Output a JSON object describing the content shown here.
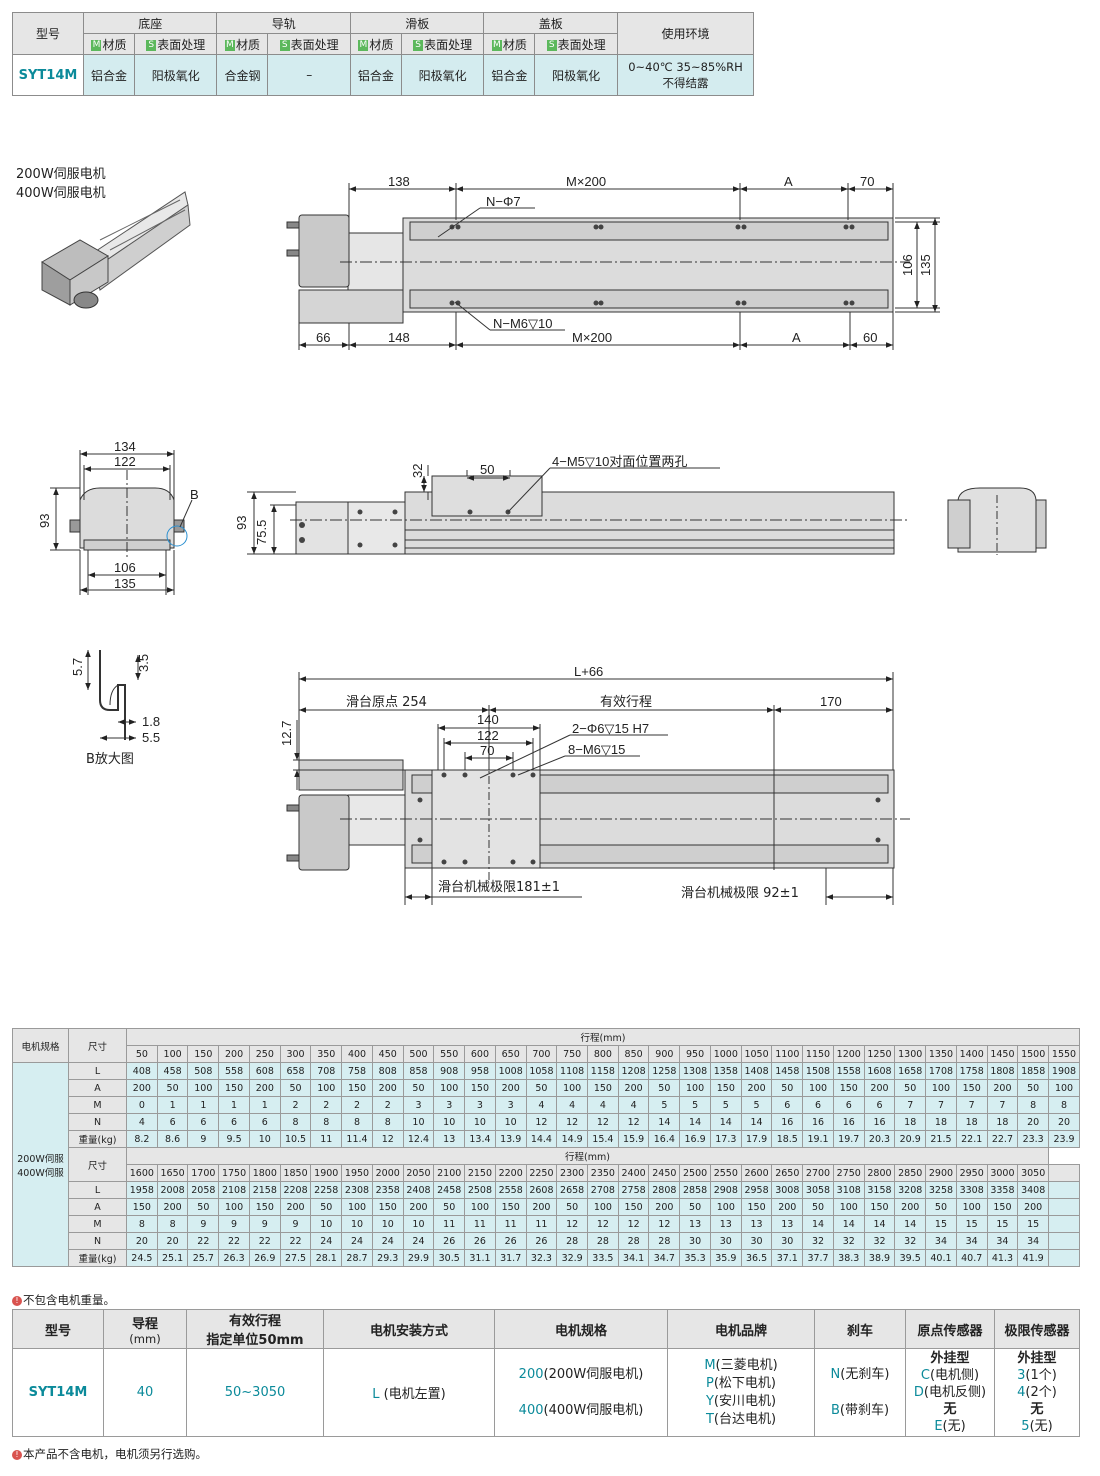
{
  "material_table": {
    "model_header": "型号",
    "groups": [
      "底座",
      "导轨",
      "滑板",
      "盖板"
    ],
    "env_header": "使用环境",
    "sub_material": "材质",
    "sub_surface": "表面处理",
    "tag_m": "M",
    "tag_s": "S",
    "model": "SYT14M",
    "values": [
      "铝合金",
      "阳极氧化",
      "合金钢",
      "–",
      "铝合金",
      "阳极氧化",
      "铝合金",
      "阳极氧化"
    ],
    "env_line1": "0~40℃ 35~85%RH",
    "env_line2": "不得结露"
  },
  "motor_labels": {
    "line1": "200W伺服电机",
    "line2": "400W伺服电机"
  },
  "top_drawing": {
    "d138": "138",
    "m200_top": "M×200",
    "a_top": "A",
    "d70": "70",
    "n_phi7": "N−Φ7",
    "d106": "106",
    "d135": "135",
    "n_m6": "N−M6▽10",
    "d66": "66",
    "d148": "148",
    "m200_bot": "M×200",
    "a_bot": "A",
    "d60": "60"
  },
  "section_drawing": {
    "d134": "134",
    "d122": "122",
    "d93": "93",
    "b": "B",
    "d106": "106",
    "d135": "135"
  },
  "side_drawing": {
    "d32": "32",
    "d50": "50",
    "m5": "4−M5▽10对面位置两孔",
    "d93": "93",
    "d755": "75.5"
  },
  "detail_b": {
    "d57": "5.7",
    "d35": "3.5",
    "d18": "1.8",
    "d55": "5.5",
    "caption": "B放大图"
  },
  "bottom_drawing": {
    "l66": "L+66",
    "origin": "滑台原点 254",
    "stroke": "有效行程",
    "d170": "170",
    "d127": "12.7",
    "d140": "140",
    "d122": "122",
    "d70": "70",
    "phi6": "2−Φ6▽15 H7",
    "m6": "8−M6▽15",
    "limit1": "滑台机械极限181±1",
    "limit2": "滑台机械极限 92±1"
  },
  "stroke_table": {
    "motor_header": "电机规格",
    "size_header": "尺寸",
    "stroke_header": "行程(mm)",
    "motor_label": "200W伺服\n400W伺服",
    "row_labels": [
      "L",
      "A",
      "M",
      "N",
      "重量(kg)"
    ],
    "part1": {
      "strokes": [
        "50",
        "100",
        "150",
        "200",
        "250",
        "300",
        "350",
        "400",
        "450",
        "500",
        "550",
        "600",
        "650",
        "700",
        "750",
        "800",
        "850",
        "900",
        "950",
        "1000",
        "1050",
        "1100",
        "1150",
        "1200",
        "1250",
        "1300",
        "1350",
        "1400",
        "1450",
        "1500",
        "1550"
      ],
      "L": [
        "408",
        "458",
        "508",
        "558",
        "608",
        "658",
        "708",
        "758",
        "808",
        "858",
        "908",
        "958",
        "1008",
        "1058",
        "1108",
        "1158",
        "1208",
        "1258",
        "1308",
        "1358",
        "1408",
        "1458",
        "1508",
        "1558",
        "1608",
        "1658",
        "1708",
        "1758",
        "1808",
        "1858",
        "1908"
      ],
      "A": [
        "200",
        "50",
        "100",
        "150",
        "200",
        "50",
        "100",
        "150",
        "200",
        "50",
        "100",
        "150",
        "200",
        "50",
        "100",
        "150",
        "200",
        "50",
        "100",
        "150",
        "200",
        "50",
        "100",
        "150",
        "200",
        "50",
        "100",
        "150",
        "200",
        "50",
        "100"
      ],
      "M": [
        "0",
        "1",
        "1",
        "1",
        "1",
        "2",
        "2",
        "2",
        "2",
        "3",
        "3",
        "3",
        "3",
        "4",
        "4",
        "4",
        "4",
        "5",
        "5",
        "5",
        "5",
        "6",
        "6",
        "6",
        "6",
        "7",
        "7",
        "7",
        "7",
        "8",
        "8"
      ],
      "N": [
        "4",
        "6",
        "6",
        "6",
        "6",
        "8",
        "8",
        "8",
        "8",
        "10",
        "10",
        "10",
        "10",
        "12",
        "12",
        "12",
        "12",
        "14",
        "14",
        "14",
        "14",
        "16",
        "16",
        "16",
        "16",
        "18",
        "18",
        "18",
        "18",
        "20",
        "20"
      ],
      "W": [
        "8.2",
        "8.6",
        "9",
        "9.5",
        "10",
        "10.5",
        "11",
        "11.4",
        "12",
        "12.4",
        "13",
        "13.4",
        "13.9",
        "14.4",
        "14.9",
        "15.4",
        "15.9",
        "16.4",
        "16.9",
        "17.3",
        "17.9",
        "18.5",
        "19.1",
        "19.7",
        "20.3",
        "20.9",
        "21.5",
        "22.1",
        "22.7",
        "23.3",
        "23.9"
      ]
    },
    "part2": {
      "strokes": [
        "1600",
        "1650",
        "1700",
        "1750",
        "1800",
        "1850",
        "1900",
        "1950",
        "2000",
        "2050",
        "2100",
        "2150",
        "2200",
        "2250",
        "2300",
        "2350",
        "2400",
        "2450",
        "2500",
        "2550",
        "2600",
        "2650",
        "2700",
        "2750",
        "2800",
        "2850",
        "2900",
        "2950",
        "3000",
        "3050"
      ],
      "L": [
        "1958",
        "2008",
        "2058",
        "2108",
        "2158",
        "2208",
        "2258",
        "2308",
        "2358",
        "2408",
        "2458",
        "2508",
        "2558",
        "2608",
        "2658",
        "2708",
        "2758",
        "2808",
        "2858",
        "2908",
        "2958",
        "3008",
        "3058",
        "3108",
        "3158",
        "3208",
        "3258",
        "3308",
        "3358",
        "3408"
      ],
      "A": [
        "150",
        "200",
        "50",
        "100",
        "150",
        "200",
        "50",
        "100",
        "150",
        "200",
        "50",
        "100",
        "150",
        "200",
        "50",
        "100",
        "150",
        "200",
        "50",
        "100",
        "150",
        "200",
        "50",
        "100",
        "150",
        "200",
        "50",
        "100",
        "150",
        "200"
      ],
      "M": [
        "8",
        "8",
        "9",
        "9",
        "9",
        "9",
        "10",
        "10",
        "10",
        "10",
        "11",
        "11",
        "11",
        "11",
        "12",
        "12",
        "12",
        "12",
        "13",
        "13",
        "13",
        "13",
        "14",
        "14",
        "14",
        "14",
        "15",
        "15",
        "15",
        "15"
      ],
      "N": [
        "20",
        "20",
        "22",
        "22",
        "22",
        "22",
        "24",
        "24",
        "24",
        "24",
        "26",
        "26",
        "26",
        "26",
        "28",
        "28",
        "28",
        "28",
        "30",
        "30",
        "30",
        "30",
        "32",
        "32",
        "32",
        "32",
        "34",
        "34",
        "34",
        "34"
      ],
      "W": [
        "24.5",
        "25.1",
        "25.7",
        "26.3",
        "26.9",
        "27.5",
        "28.1",
        "28.7",
        "29.3",
        "29.9",
        "30.5",
        "31.1",
        "31.7",
        "32.3",
        "32.9",
        "33.5",
        "34.1",
        "34.7",
        "35.3",
        "35.9",
        "36.5",
        "37.1",
        "37.7",
        "38.3",
        "38.9",
        "39.5",
        "40.1",
        "40.7",
        "41.3",
        "41.9"
      ]
    },
    "note": "不包含电机重量。"
  },
  "selection_table": {
    "headers": [
      "型号",
      "导程",
      "有效行程",
      "电机安装方式",
      "电机规格",
      "电机品牌",
      "刹车",
      "原点传感器",
      "极限传感器"
    ],
    "lead_unit": "(mm)",
    "stroke_sub": "指定单位50mm",
    "model": "SYT14M",
    "lead": "40",
    "stroke_range": "50~3050",
    "mount_code": "L",
    "mount_text": "(电机左置)",
    "motor_codes": [
      {
        "code": "200",
        "text": "(200W伺服电机)"
      },
      {
        "code": "400",
        "text": "(400W伺服电机)"
      }
    ],
    "brands": [
      {
        "code": "M",
        "text": "(三菱电机)"
      },
      {
        "code": "P",
        "text": "(松下电机)"
      },
      {
        "code": "Y",
        "text": "(安川电机)"
      },
      {
        "code": "T",
        "text": "(台达电机)"
      }
    ],
    "brakes": [
      {
        "code": "N",
        "text": "(无刹车)"
      },
      {
        "code": "B",
        "text": "(带刹车)"
      }
    ],
    "origin": {
      "type": "外挂型",
      "opts": [
        {
          "code": "C",
          "text": "(电机侧)"
        },
        {
          "code": "D",
          "text": "(电机反侧)"
        }
      ],
      "none": "无",
      "none_code": "E",
      "none_text": "(无)"
    },
    "limit": {
      "type": "外挂型",
      "opts": [
        {
          "code": "3",
          "text": "(1个)"
        },
        {
          "code": "4",
          "text": "(2个)"
        }
      ],
      "none": "无",
      "none_code": "5",
      "none_text": "(无)"
    },
    "note": "本产品不含电机，电机须另行选购。",
    "note_icon": "!"
  }
}
